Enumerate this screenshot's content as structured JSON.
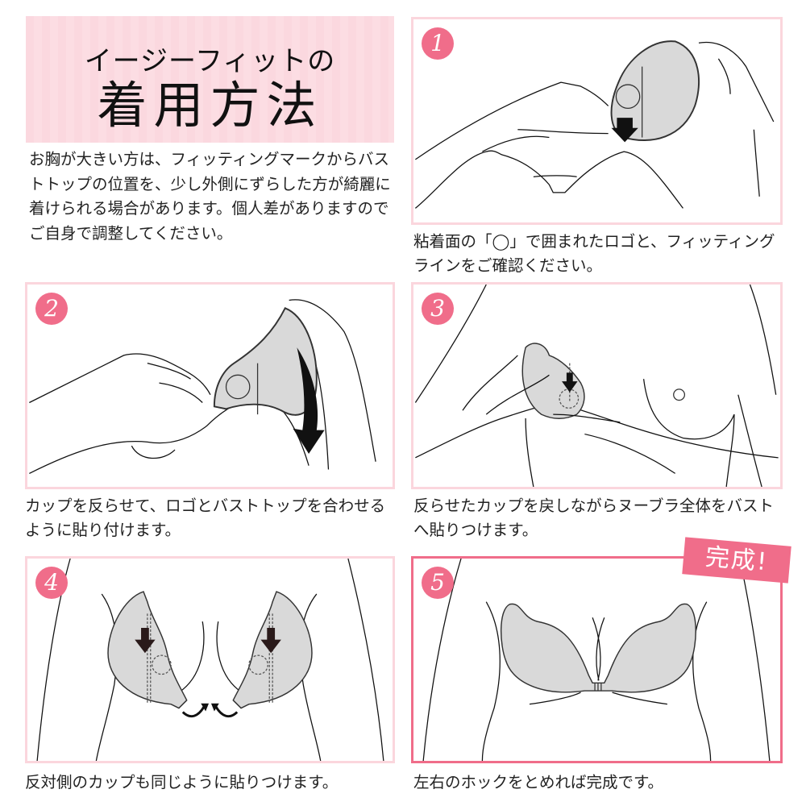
{
  "header": {
    "subtitle": "イージーフィットの",
    "title": "着用方法"
  },
  "intro": {
    "text": "お胸が大きい方は、フィッティングマークからバストトップの位置を、少し外側にずらした方が綺麗に着けられる場合があります。個人差がありますのでご自身で調整してください。"
  },
  "colors": {
    "accent": "#f06d8a",
    "panel_border": "#fbd6dd",
    "header_bg": "#fbd8df",
    "cup_fill": "#d9d9d9"
  },
  "steps": [
    {
      "number": "1",
      "caption": "粘着面の「◯」で囲まれたロゴと、フィッティングラインをご確認ください。"
    },
    {
      "number": "2",
      "caption": "カップを反らせて、ロゴとバストトップを合わせるように貼り付けます。"
    },
    {
      "number": "3",
      "caption": "反らせたカップを戻しながらヌーブラ全体をバストへ貼りつけます。"
    },
    {
      "number": "4",
      "caption": "反対側のカップも同じように貼りつけます。"
    },
    {
      "number": "5",
      "caption": "左右のホックをとめれば完成です。"
    }
  ],
  "complete_tag": "完成!"
}
